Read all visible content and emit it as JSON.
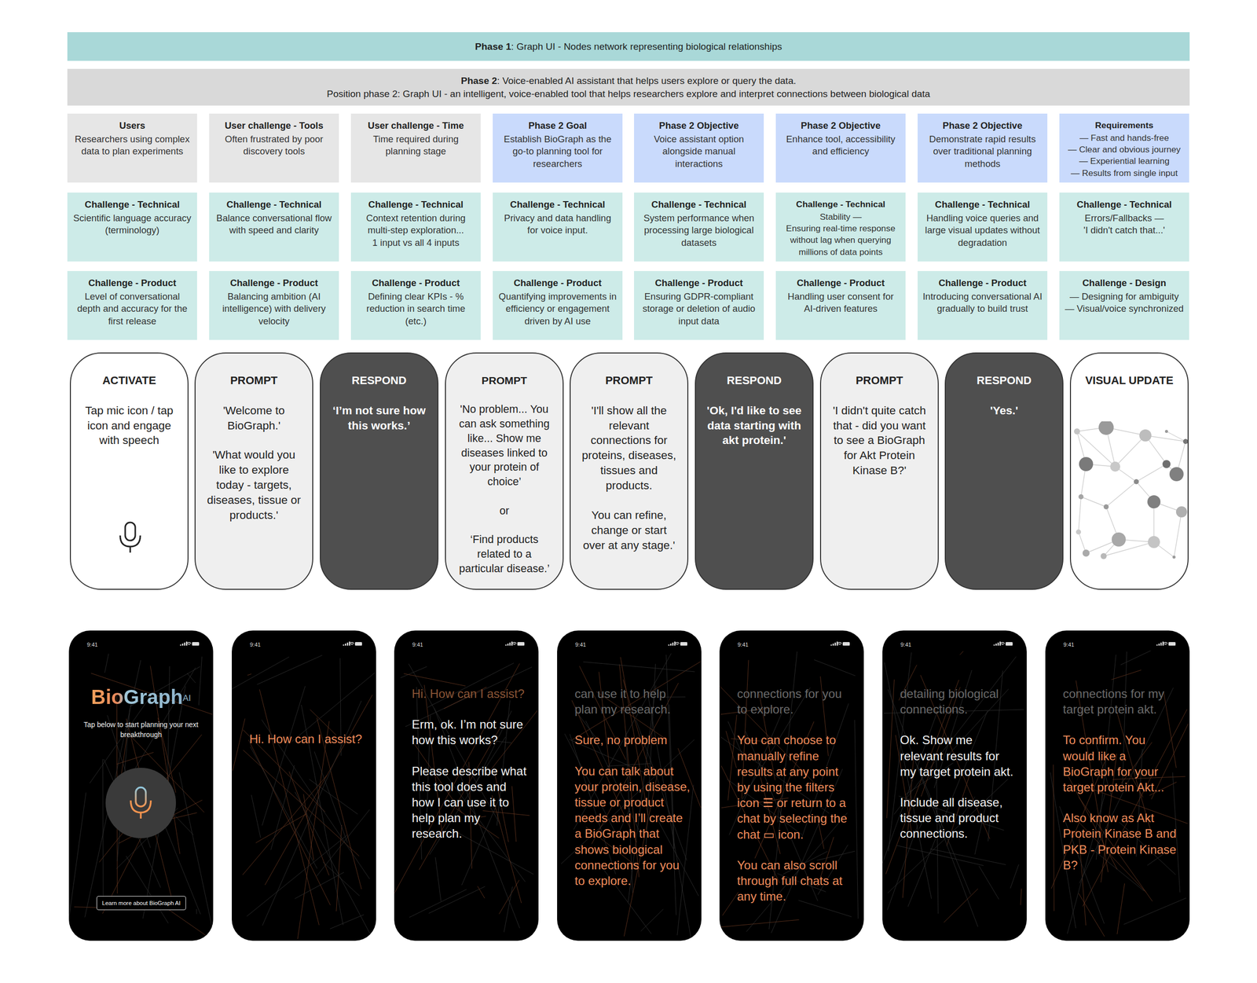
{
  "diagram": {
    "nodes": [
      {
        "text": [
          "Phase 1",
          ": Graph UI - Nodes network representing biological relationships"
        ]
      },
      {
        "text": [
          "Phase 2",
          ": Voice-enabled AI assistant that helps users explore or query the data.",
          "Position phase 2: Graph UI - an intelligent, voice-enabled tool that helps researchers explore and interpret connections between biological data"
        ]
      },
      {
        "text": [
          "Users",
          "Researchers using complex data to plan experiments"
        ]
      },
      {
        "text": [
          "User challenge - Tools",
          "Often frustrated by poor discovery tools"
        ]
      },
      {
        "text": [
          "User challenge - Time",
          "Time required during planning stage"
        ]
      },
      {
        "text": [
          "Phase 2 Goal",
          "Establish BioGraph as the go-to planning tool for researchers"
        ]
      },
      {
        "text": [
          "Phase 2 Objective",
          "Voice assistant option alongside manual interactions"
        ]
      },
      {
        "text": [
          "Phase 2 Objective",
          "Enhance tool, accessibility and efficiency"
        ]
      },
      {
        "text": [
          "Phase 2 Objective",
          "Demonstrate rapid results over traditional planning methods"
        ]
      },
      {
        "text": [
          "Requirements",
          "— Fast and hands-free",
          "— Clear and obvious journey",
          "— Experiential learning",
          "— Results from single input"
        ]
      },
      {
        "text": [
          "Challenge - Technical",
          "Scientific language accuracy (terminology)"
        ]
      },
      {
        "text": [
          "Challenge - Technical",
          "Balance conversational flow with speed and clarity"
        ]
      },
      {
        "text": [
          "Challenge - Technical",
          "Context retention during multi-step exploration...",
          "1 input vs all 4 inputs"
        ]
      },
      {
        "text": [
          "Challenge - Technical",
          "Privacy and data handling for voice input."
        ]
      },
      {
        "text": [
          "Challenge - Technical",
          "System performance when processing large biological datasets"
        ]
      },
      {
        "text": [
          "Challenge - Technical",
          "Stability —",
          "Ensuring real-time response without lag when querying millions of data points"
        ]
      },
      {
        "text": [
          "Challenge - Technical",
          "Handling voice queries and large visual updates without degradation"
        ]
      },
      {
        "text": [
          "Challenge - Technical",
          "Errors/Fallbacks —",
          "'I didn't catch that...'"
        ]
      },
      {
        "text": [
          "Challenge - Product",
          "Level of conversational depth and accuracy for the first release"
        ]
      },
      {
        "text": [
          "Challenge - Product",
          "Balancing ambition (AI intelligence) with delivery velocity"
        ]
      },
      {
        "text": [
          "Challenge - Product",
          "Defining clear KPIs - % reduction in search time (etc.)"
        ]
      },
      {
        "text": [
          "Challenge - Product",
          "Quantifying improvements in efficiency or engagement driven by AI use"
        ]
      },
      {
        "text": [
          "Challenge - Product",
          "Ensuring GDPR-compliant storage or deletion of audio input data"
        ]
      },
      {
        "text": [
          "Challenge - Product",
          "Handling user consent for AI-driven features"
        ]
      },
      {
        "text": [
          "Challenge - Product",
          "Introducing conversational AI gradually to build trust"
        ]
      },
      {
        "text": [
          "Challenge - Design",
          "— Designing for ambiguity",
          "— Visual/voice synchronized"
        ]
      },
      {
        "text": [
          "ACTIVATE",
          "Tap mic icon / tap icon and engage with speech"
        ]
      },
      {
        "text": [
          "PROMPT",
          "'Welcome to BioGraph.'",
          "'What would you like to explore today - targets, diseases, tissue or products.'"
        ]
      },
      {
        "text": [
          "RESPOND",
          "‘I’m not sure how this works.’"
        ]
      },
      {
        "text": [
          "PROMPT",
          "'No problem... You can ask something like... Show me diseases linked to your protein of choice’",
          "or",
          "‘Find products related to a particular disease.’"
        ]
      },
      {
        "text": [
          "PROMPT",
          "'I'll show all the relevant connections for proteins, diseases, tissues and products.",
          "You can refine, change or start over at any stage.'"
        ]
      },
      {
        "text": [
          "RESPOND",
          "'Ok, I'd like to see data starting with akt protein.'"
        ]
      },
      {
        "text": [
          "PROMPT",
          "'I didn't quite catch that - did you want to see a BioGraph for Akt Protein Kinase B?'"
        ]
      },
      {
        "text": [
          "RESPOND",
          "'Yes.'"
        ]
      },
      {
        "text": [
          "VISUAL UPDATE"
        ]
      },
      {
        "text": [
          "9:41",
          "BioGraph",
          "AI",
          "Tap below to start planning your next breakthrough"
        ]
      },
      {
        "text": [
          "9:41",
          "Hi. How can I assist?"
        ]
      },
      {
        "text": [
          "9:41",
          "Hi. How can I assist?",
          "Erm, ok. I’m not sure how this works?",
          "Please describe what this tool does and how I can use it to help plan my research."
        ]
      },
      {
        "text": [
          "9:41",
          "can use it to help plan my research.",
          "Sure, no problem",
          "You can talk about your protein, disease, tissue or product needs and I’ll create a BioGraph that shows biological connections for you to explore."
        ]
      },
      {
        "text": [
          "9:41",
          "connections for you to explore.",
          "You can choose to manually refine results at any point by using the filters icon ☰ or return to a chat by selecting the chat ▭ icon.",
          "You can also scroll through full chats at any time."
        ]
      },
      {
        "text": [
          "9:41",
          "detailing biological connections.",
          "Ok. Show me relevant results for my target protein akt.",
          "Include all disease, tissue and product connections."
        ]
      },
      {
        "text": [
          "9:41",
          "connections for my target protein akt.",
          "To confirm. You would like a BioGraph for your target protein Akt...",
          "Also know as Akt Protein Kinase B and PKB - Protein Kinase B?"
        ]
      },
      {
        "text": [
          "Learn more about BioGraph AI"
        ],
        "in": 35
      }
    ]
  }
}
